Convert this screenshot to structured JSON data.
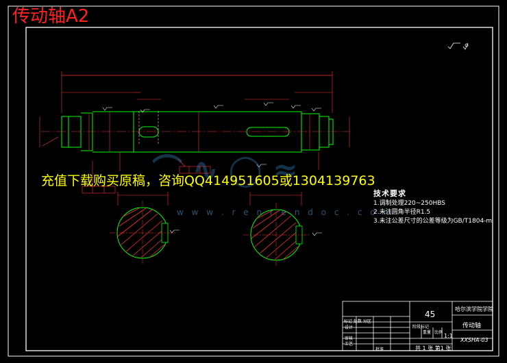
{
  "overlay": {
    "title": "传动轴A2",
    "purchase_banner": "充值下载购买原稿，咨询QQ414951605或1304139763",
    "watermark_url": "w w w . r e n r e n d o c . c o m"
  },
  "drawing": {
    "roughness_symbol": "√",
    "tech_requirements": {
      "heading": "技术要求",
      "items": [
        "1.调制处理220~250HBS",
        "2.未注圆角半径R1.5",
        "3.未注公差尺寸的公差等级为GB/T1804-m"
      ]
    },
    "title_block": {
      "material": "45",
      "company": "哈尔滨学院学院",
      "part_name": "传动轴",
      "drawing_no": "XXSHA-03",
      "scale": "1:1",
      "sheet": "共 1 张  第1 张",
      "design_label": "设计",
      "review_label": "审核",
      "process_label": "工艺",
      "approve_label": "批准",
      "mark_label": "标记 处数 分区",
      "stage_label": "阶段标记",
      "weight_label": "重量",
      "ratio_label": "比例"
    }
  },
  "colors": {
    "frame": "#ffffff",
    "outline": "#00ff00",
    "dimension": "#ff3030",
    "centerline": "#ff3030",
    "hatch": "#ff3030",
    "title": "#ff2020",
    "banner": "#ffff00"
  }
}
